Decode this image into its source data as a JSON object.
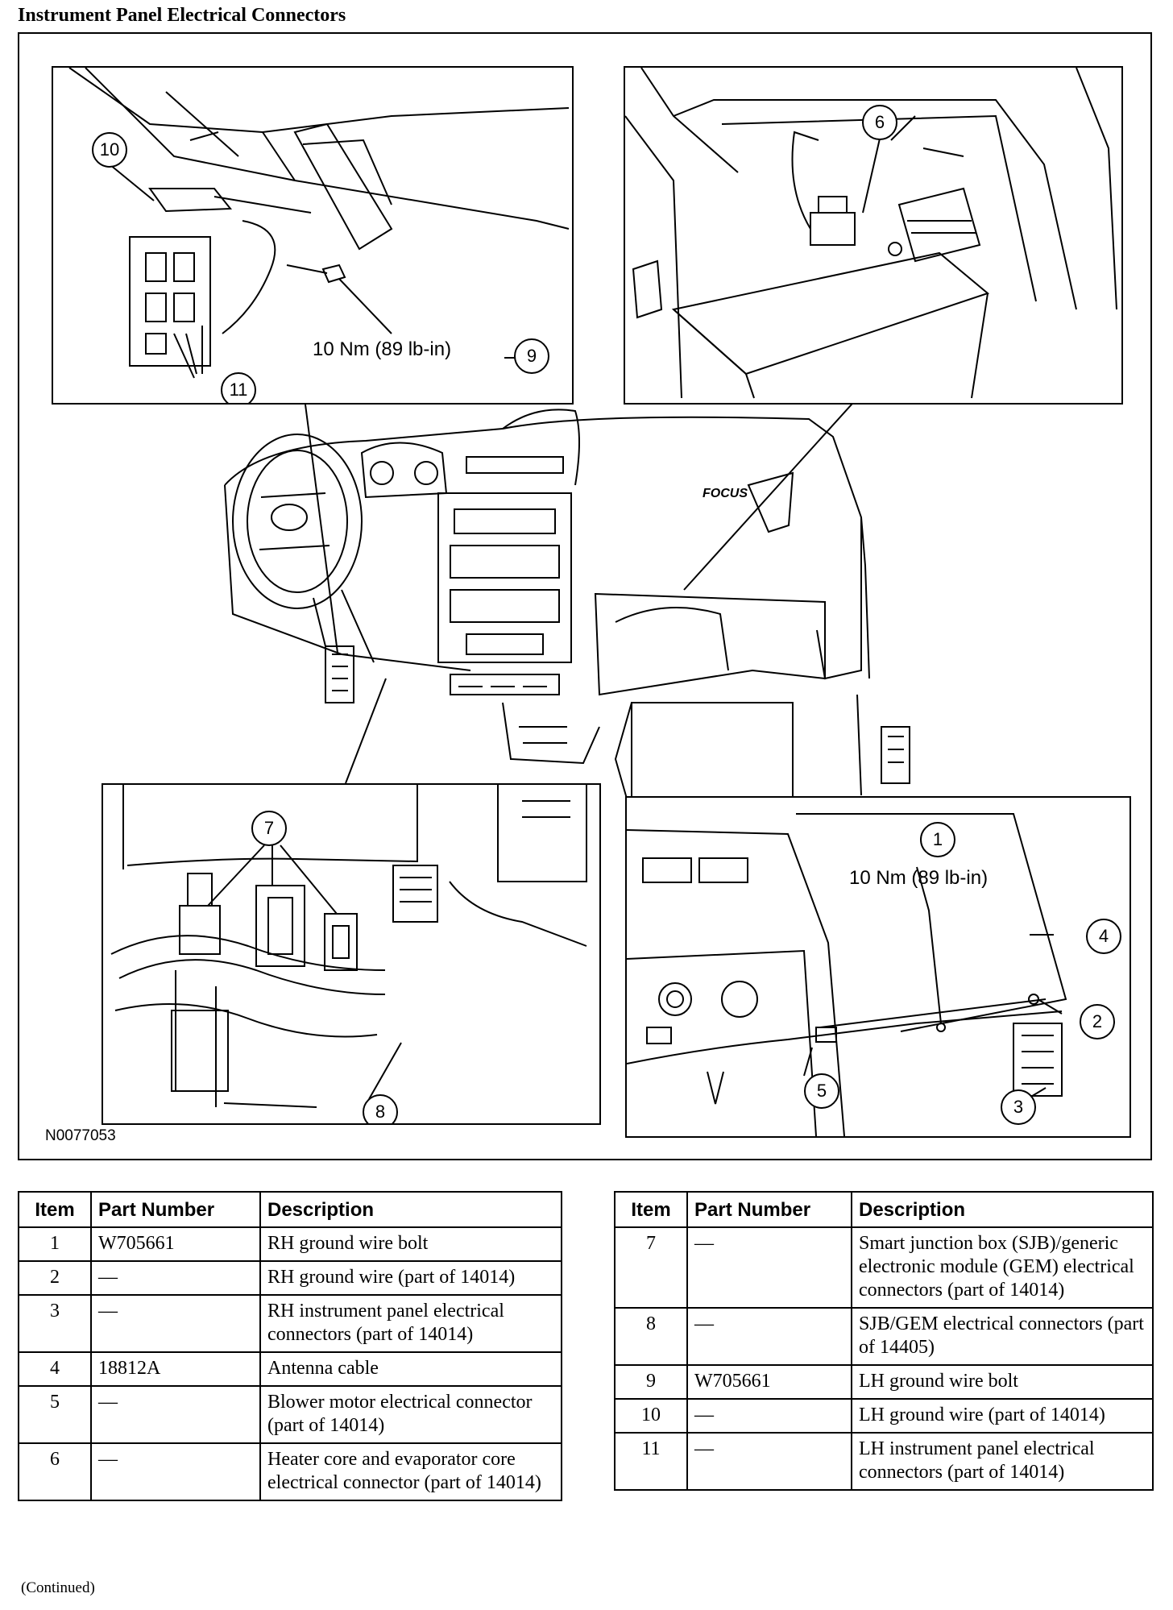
{
  "title": "Instrument Panel Electrical Connectors",
  "figure_id": "N0077053",
  "diagram": {
    "dash_label": "FOCUS",
    "callouts": {
      "c1": "1",
      "c2": "2",
      "c3": "3",
      "c4": "4",
      "c5": "5",
      "c6": "6",
      "c7": "7",
      "c8": "8",
      "c9": "9",
      "c10": "10",
      "c11": "11"
    },
    "torque_lh": "10 Nm (89 lb-in)",
    "torque_rh": "10 Nm (89 lb-in)"
  },
  "table_headers": {
    "item": "Item",
    "part_number": "Part Number",
    "description": "Description"
  },
  "table_left": [
    {
      "item": "1",
      "part": "W705661",
      "desc": "RH ground wire bolt"
    },
    {
      "item": "2",
      "part": "—",
      "desc": "RH ground wire (part of 14014)"
    },
    {
      "item": "3",
      "part": "—",
      "desc": "RH instrument panel electrical connectors (part of 14014)"
    },
    {
      "item": "4",
      "part": "18812A",
      "desc": "Antenna cable"
    },
    {
      "item": "5",
      "part": "—",
      "desc": "Blower motor electrical connector (part of 14014)"
    },
    {
      "item": "6",
      "part": "—",
      "desc": "Heater core and evaporator core electrical connector (part of 14014)"
    }
  ],
  "table_right": [
    {
      "item": "7",
      "part": "—",
      "desc": "Smart junction box (SJB)/generic electronic module (GEM) electrical connectors (part of 14014)"
    },
    {
      "item": "8",
      "part": "—",
      "desc": "SJB/GEM electrical connectors (part of 14405)"
    },
    {
      "item": "9",
      "part": "W705661",
      "desc": "LH ground wire bolt"
    },
    {
      "item": "10",
      "part": "—",
      "desc": "LH ground wire (part of 14014)"
    },
    {
      "item": "11",
      "part": "—",
      "desc": "LH instrument panel electrical connectors (part of 14014)"
    }
  ],
  "footer": "(Continued)"
}
